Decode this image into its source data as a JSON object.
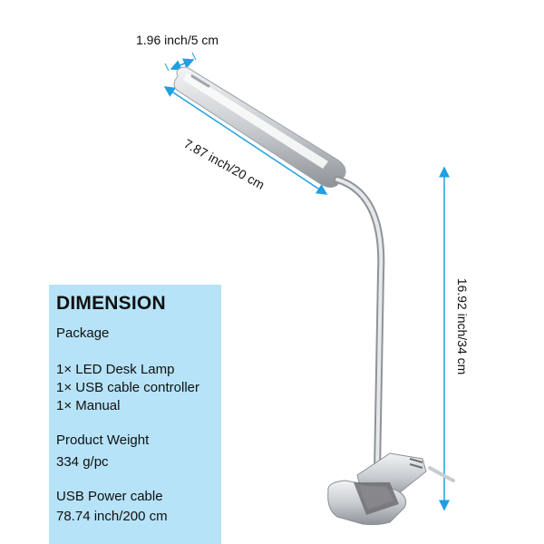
{
  "dimensions": {
    "width": "1.96 inch/5 cm",
    "length": "7.87 inch/20 cm",
    "height": "16.92 inch/34 cm"
  },
  "info": {
    "title": "DIMENSION",
    "package_label": "Package",
    "items": [
      "1× LED Desk Lamp",
      "1× USB cable controller",
      "1× Manual"
    ],
    "weight_label": "Product Weight",
    "weight_value": "334 g/pc",
    "cable_label": "USB Power cable",
    "cable_value": "78.74 inch/200 cm"
  },
  "colors": {
    "arrow": "#1fa0e0",
    "info_bg": "#b6e3f7",
    "lamp_silver": "#c9cdd1"
  }
}
